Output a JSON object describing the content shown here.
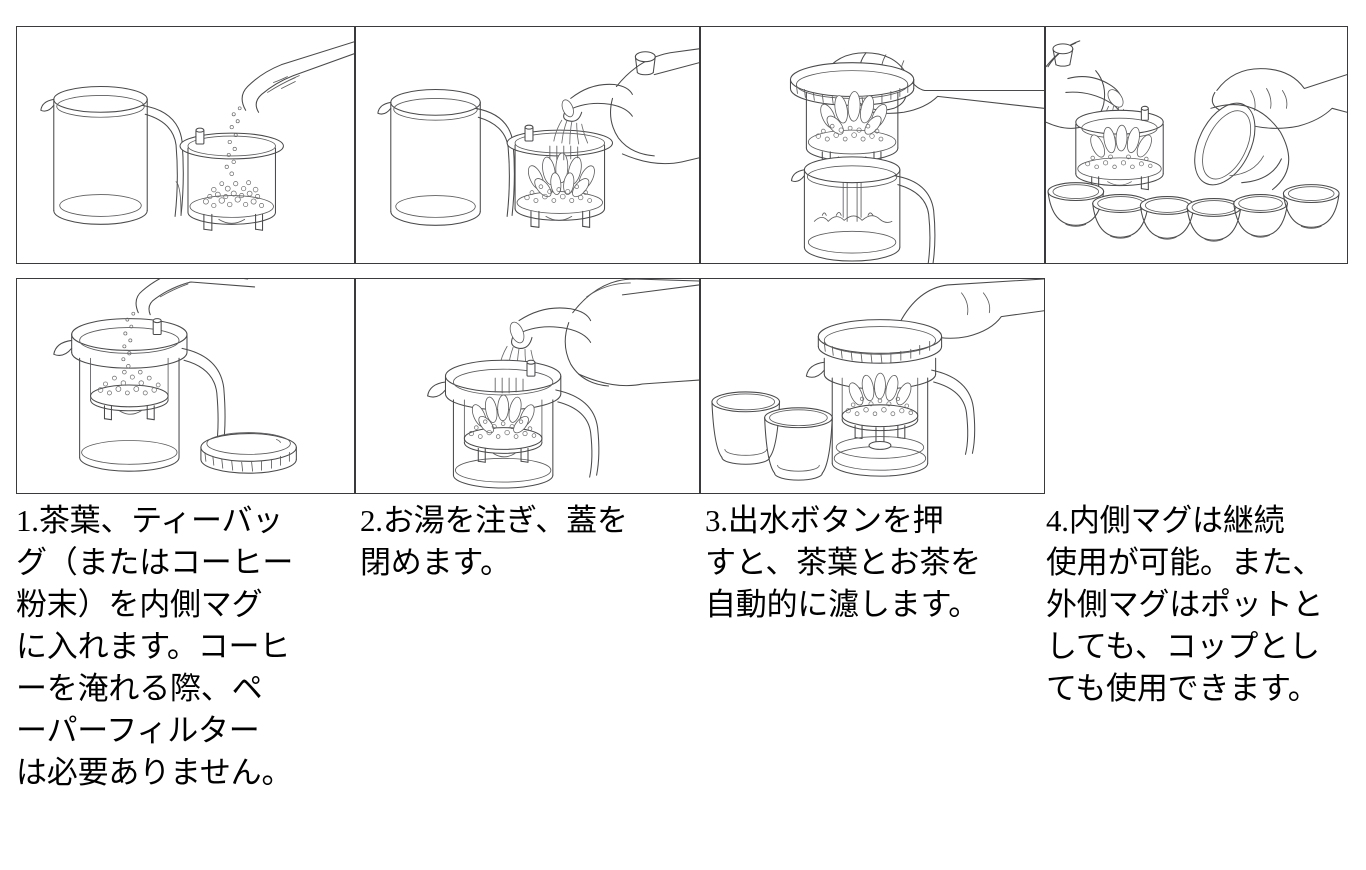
{
  "document": {
    "type": "instruction-diagram",
    "title": "",
    "language": "ja",
    "background_color": "#ffffff",
    "line_art_color": "#4a4a4c",
    "text_color": "#000000",
    "panel_border_color": "#3a3a3c"
  },
  "panels": [
    {
      "id": 1,
      "row": 1,
      "column": 1,
      "scene": "outer-glass-pitcher-and-inner-filter-mug-with-loose-tea-being-poured-in",
      "objects": [
        "outer-glass-pitcher",
        "pitcher-handle",
        "inner-filter-mug",
        "filter-mug-legs",
        "filter-mug-button",
        "tea-bag-scoop",
        "loose-tea-leaves",
        "falling-tea-granules"
      ]
    },
    {
      "id": 2,
      "row": 1,
      "column": 2,
      "scene": "kettle-pouring-hot-water-into-inner-filter-mug-beside-outer-pitcher",
      "objects": [
        "outer-glass-pitcher",
        "inner-filter-mug",
        "kettle",
        "kettle-spout",
        "kettle-lid-knob",
        "water-stream",
        "steeped-tea-leaves"
      ]
    },
    {
      "id": 3,
      "row": 1,
      "column": 3,
      "scene": "hand-pressing-lid-button-while-holding-filter-mug-above-pitcher-tea-draining",
      "objects": [
        "hand",
        "index-finger",
        "filter-mug-lid",
        "lid-ridges",
        "inner-filter-mug",
        "steeped-tea-leaves",
        "draining-tea-stream",
        "outer-glass-pitcher",
        "liquid-surface"
      ]
    },
    {
      "id": 4,
      "row": 1,
      "column": 4,
      "scene": "kettle-refilling-filter-mug-while-hand-pours-from-outer-mug-over-row-of-tea-bowls",
      "objects": [
        "kettle",
        "kettle-spout",
        "water-stream",
        "inner-filter-mug",
        "steeped-tea-leaves",
        "hand",
        "outer-mug-tilted",
        "tea-bowls-row"
      ],
      "tea_bowl_count": 6
    },
    {
      "id": 5,
      "row": 2,
      "column": 1,
      "scene": "loose-tea-poured-into-filter-mug-seated-inside-outer-pitcher-with-separate-lid",
      "objects": [
        "assembled-teapot",
        "inner-filter-mug",
        "pitcher-handle",
        "pitcher-spout",
        "tea-bag-scoop",
        "falling-tea-granules",
        "detached-lid",
        "lid-ridges"
      ]
    },
    {
      "id": 6,
      "row": 2,
      "column": 2,
      "scene": "kettle-pouring-hot-water-into-assembled-teapot",
      "objects": [
        "assembled-teapot",
        "inner-filter-mug",
        "steeped-tea-leaves",
        "kettle",
        "kettle-spout",
        "water-stream"
      ]
    },
    {
      "id": 7,
      "row": 2,
      "column": 3,
      "scene": "hand-pressing-lid-button-on-assembled-teapot-with-two-cups",
      "objects": [
        "assembled-teapot",
        "filter-mug-lid",
        "lid-ridges",
        "hand",
        "index-finger",
        "steeped-tea-leaves",
        "drain-valve-stem",
        "liquid-surface",
        "cup-back",
        "cup-front"
      ],
      "cup_count": 2
    }
  ],
  "captions": [
    {
      "id": "caption-1",
      "number": "1.",
      "text": "1.茶葉、ティーバッ\nグ（またはコーヒー\n粉末）を内側マグ\nに入れます。コーヒ\nーを淹れる際、ペ\nーパーフィルター\nは必要ありません。"
    },
    {
      "id": "caption-2",
      "number": "2.",
      "text": "2.お湯を注ぎ、蓋を\n閉めます。"
    },
    {
      "id": "caption-3",
      "number": "3.",
      "text": "3.出水ボタンを押\nすと、茶葉とお茶を\n自動的に濾します。"
    },
    {
      "id": "caption-4",
      "number": "4.",
      "text": "4.内側マグは継続\n使用が可能。また、\n外側マグはポットと\nしても、コップとし\nても使用できます。"
    }
  ]
}
